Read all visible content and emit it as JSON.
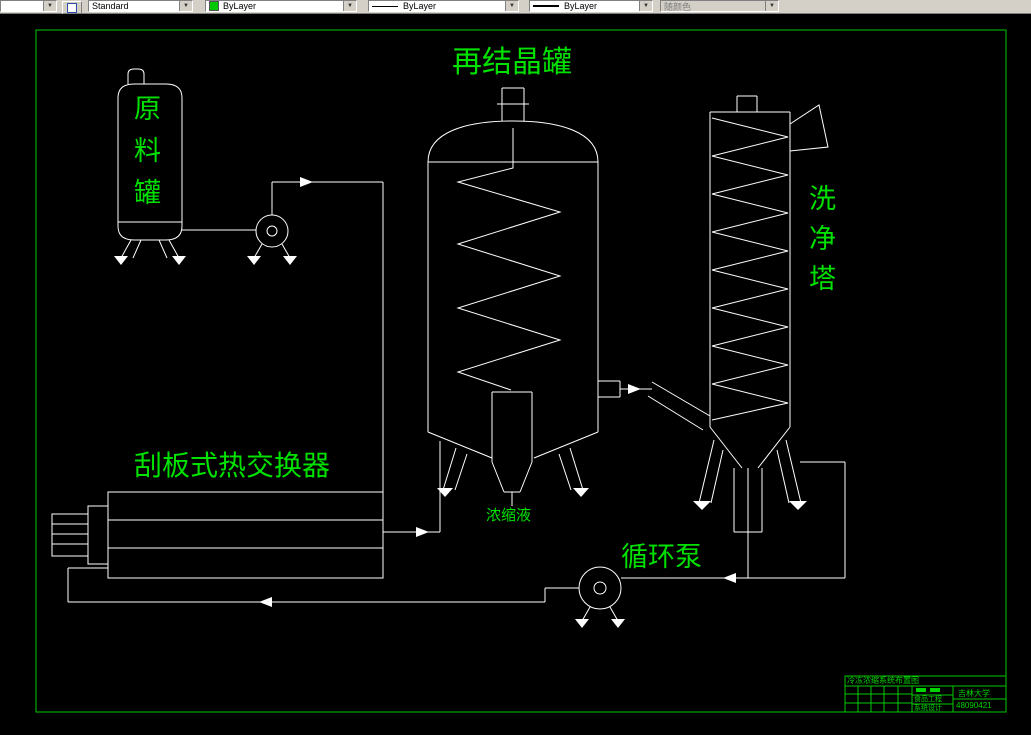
{
  "toolbar": {
    "partial_value": "",
    "text_style": "Standard",
    "color": "ByLayer",
    "linetype": "ByLayer",
    "lineweight": "ByLayer",
    "plot_style": "随颜色"
  },
  "diagram": {
    "labels": {
      "recrystallizer": "再结晶罐",
      "raw_material_tank": "原料罐",
      "washing_tower": "洗净塔",
      "scraped_surface_heat_exchanger": "刮板式热交换器",
      "concentrate": "浓缩液",
      "circulation_pump": "循环泵"
    },
    "colors": {
      "line": "#ffffff",
      "label": "#00e100",
      "frame": "#00c800"
    }
  },
  "title_block": {
    "drawing_name": "冷冻浓缩系统布置图",
    "department": "食品工程",
    "project": "系统设计",
    "university": "吉林大学",
    "student_id": "48090421"
  }
}
